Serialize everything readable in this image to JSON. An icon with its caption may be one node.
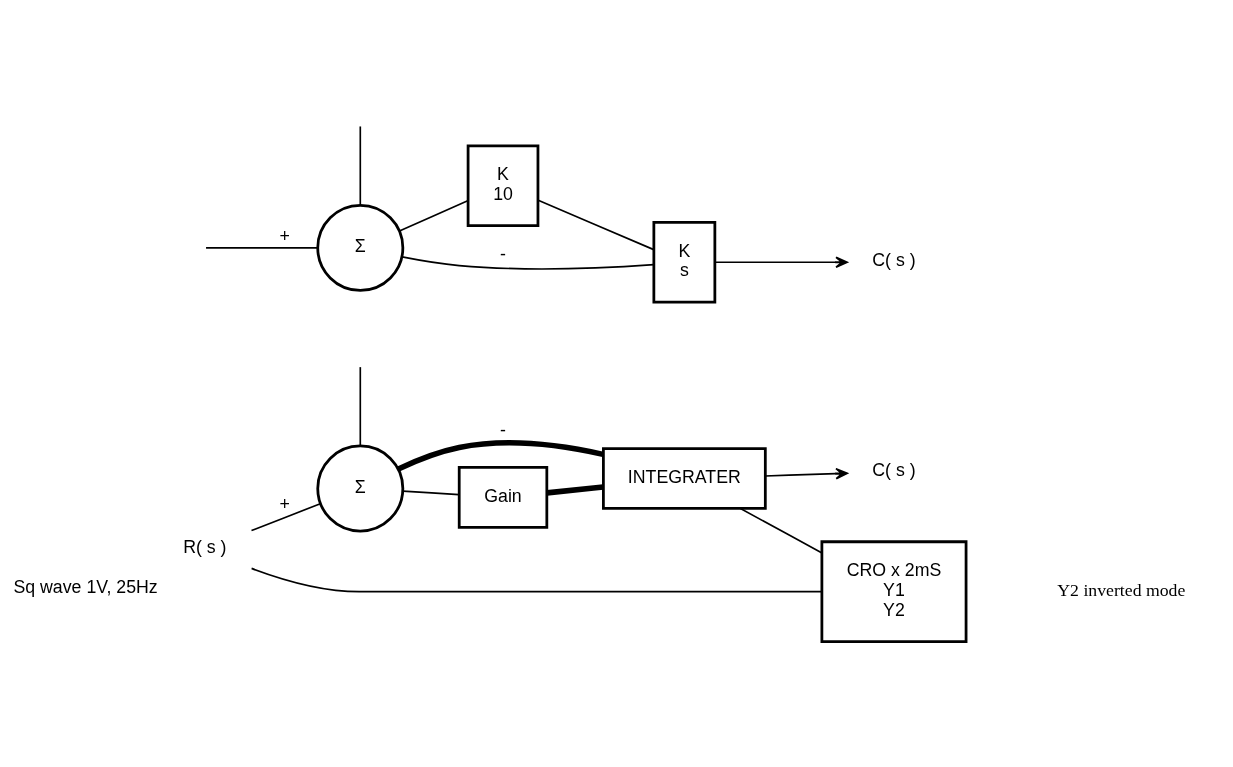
{
  "diagram": {
    "nodes": [
      {
        "text": [
          "R( s )"
        ],
        "beside": [
          "Sq wave 1V, 25Hz"
        ]
      },
      {
        "text": [
          "Σ"
        ]
      },
      {
        "text": [
          "Gain"
        ]
      },
      {
        "text": [
          "INTEGRATER"
        ]
      },
      {
        "text": [
          "C( s )"
        ]
      },
      {
        "text": [
          "CRO x 2mS",
          "Y1",
          "Y2"
        ]
      },
      {
        "text": [
          "Σ"
        ]
      },
      {
        "text": [
          "K",
          "10"
        ]
      },
      {
        "text": [
          "K",
          "s"
        ]
      },
      {
        "text": [
          "C( s )"
        ]
      }
    ],
    "edges": [
      {
        "from": 0,
        "to": 1,
        "arrow": "none",
        "label": "+"
      },
      {
        "from": null,
        "to": 1,
        "arrow": "none"
      },
      {
        "from": 1,
        "to": 2,
        "arrow": "none"
      },
      {
        "from": 2,
        "to": 3,
        "arrow": "none",
        "style": "thick"
      },
      {
        "from": 3,
        "to": 4,
        "arrow": "to"
      },
      {
        "from": 3,
        "to": 1,
        "arrow": "none",
        "label": "-",
        "style": "thick"
      },
      {
        "from": 0,
        "to": 5,
        "arrow": "none"
      },
      {
        "from": 3,
        "to": 5,
        "arrow": "none"
      },
      {
        "from": null,
        "to": 6,
        "arrow": "none",
        "label": "+"
      },
      {
        "from": null,
        "to": 6,
        "arrow": "none"
      },
      {
        "from": 6,
        "to": 7,
        "arrow": "none"
      },
      {
        "from": 7,
        "to": 8,
        "arrow": "none"
      },
      {
        "from": 8,
        "to": 9,
        "arrow": "to"
      },
      {
        "from": 8,
        "to": 6,
        "arrow": "none",
        "label": "-"
      }
    ],
    "labels": [
      "Y2 inverted mode"
    ]
  }
}
